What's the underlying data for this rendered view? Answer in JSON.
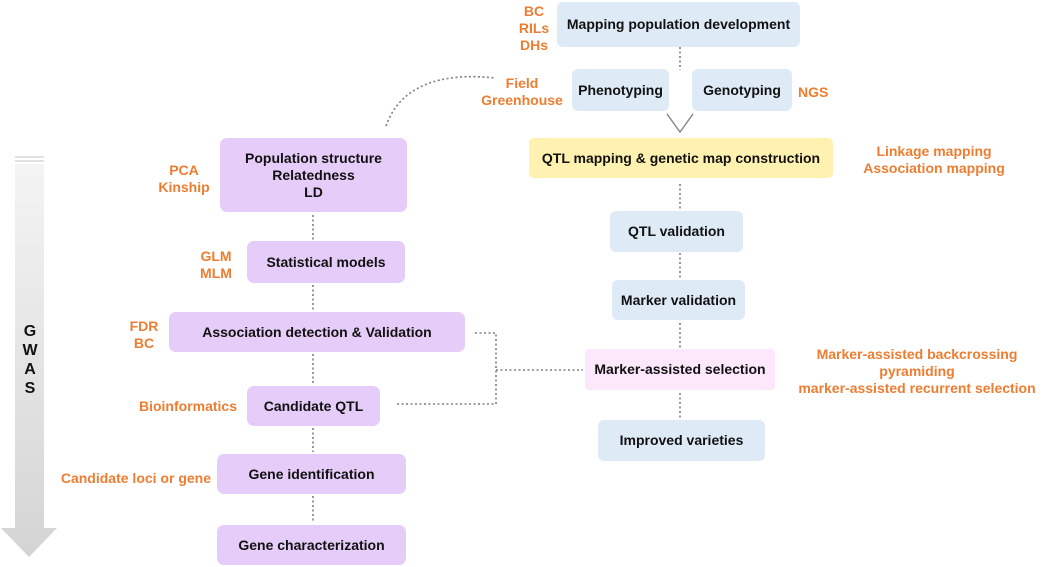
{
  "gwas": {
    "letters": [
      "G",
      "W",
      "A",
      "S"
    ]
  },
  "right_boxes": {
    "mapping": "Mapping population development",
    "phenotyping": "Phenotyping",
    "genotyping": "Genotyping",
    "qtl_mapping": "QTL mapping & genetic map construction",
    "qtl_validation": "QTL validation",
    "marker_validation": "Marker validation",
    "mas": "Marker-assisted selection",
    "improved": "Improved varieties"
  },
  "left_boxes": {
    "population": [
      "Population structure",
      "Relatedness",
      "LD"
    ],
    "statistical": "Statistical models",
    "association": "Association  detection & Validation",
    "candidate_qtl": "Candidate QTL",
    "gene_identification": "Gene identification",
    "gene_characterization": "Gene characterization"
  },
  "labels": {
    "mapping_pop": [
      "BC",
      "RILs",
      "DHs"
    ],
    "environment": [
      "Field",
      "Greenhouse"
    ],
    "ngs": "NGS",
    "mapping_methods": [
      "Linkage mapping",
      "Association  mapping"
    ],
    "population_methods": [
      "PCA",
      "Kinship"
    ],
    "models": [
      "GLM",
      "MLM"
    ],
    "association_methods": [
      "FDR",
      "BC"
    ],
    "bioinformatics": "Bioinformatics",
    "candidate_loci": "Candidate loci or gene",
    "mas_methods": [
      "Marker-assisted backcrossing",
      "pyramiding",
      "marker-assisted recurrent selection"
    ]
  }
}
